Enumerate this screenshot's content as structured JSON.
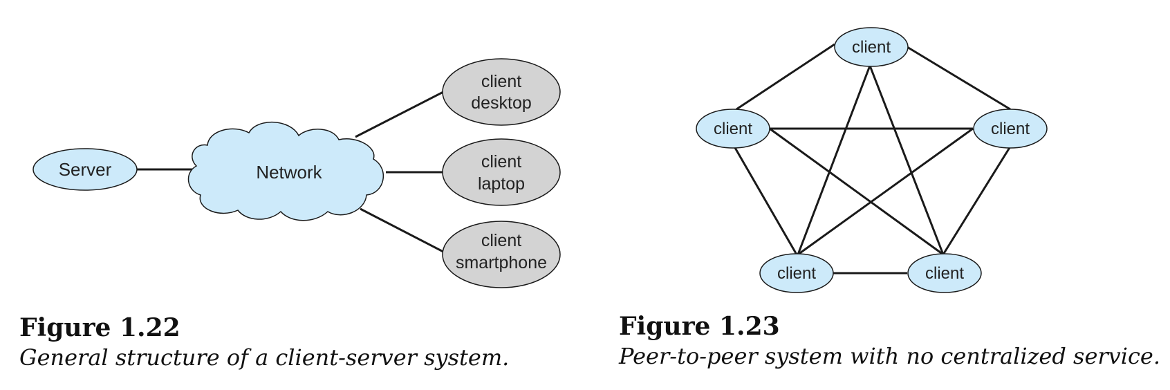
{
  "figure_left": {
    "title": "Figure 1.22",
    "caption": "General structure of a client-server system.",
    "server_label": "Server",
    "network_label": "Network",
    "clients": [
      {
        "line1": "client",
        "line2": "desktop"
      },
      {
        "line1": "client",
        "line2": "laptop"
      },
      {
        "line1": "client",
        "line2": "smartphone"
      }
    ]
  },
  "figure_right": {
    "title": "Figure 1.23",
    "caption": "Peer-to-peer system with no centralized service.",
    "peers": [
      "client",
      "client",
      "client",
      "client",
      "client"
    ]
  },
  "colors": {
    "light_blue": "#cdeafa",
    "gray": "#d3d3d3",
    "stroke": "#1a1a1a"
  }
}
